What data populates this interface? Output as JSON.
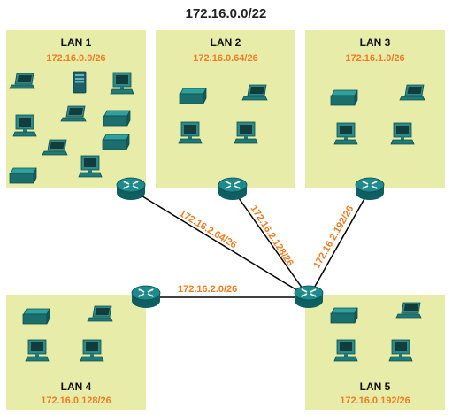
{
  "title": "172.16.0.0/22",
  "colors": {
    "lan_background": "#e7eda9",
    "address_text": "#f07c24",
    "device_teal": "#1f7a78",
    "router_teal": "#137c7e"
  },
  "lans": [
    {
      "name": "LAN 1",
      "address": "172.16.0.0/26"
    },
    {
      "name": "LAN 2",
      "address": "172.16.0.64/26"
    },
    {
      "name": "LAN 3",
      "address": "172.16.1.0/26"
    },
    {
      "name": "LAN 4",
      "address": "172.16.0.128/26"
    },
    {
      "name": "LAN 5",
      "address": "172.16.0.192/26"
    }
  ],
  "links": [
    {
      "label": "172.16.2.64/26"
    },
    {
      "label": "172.16.2.128/26"
    },
    {
      "label": "172.16.2.192/26"
    },
    {
      "label": "172.16.2.0/26"
    }
  ],
  "device_icons": [
    "laptop-icon",
    "server-icon",
    "pc-icon",
    "printer-icon",
    "router-icon"
  ]
}
